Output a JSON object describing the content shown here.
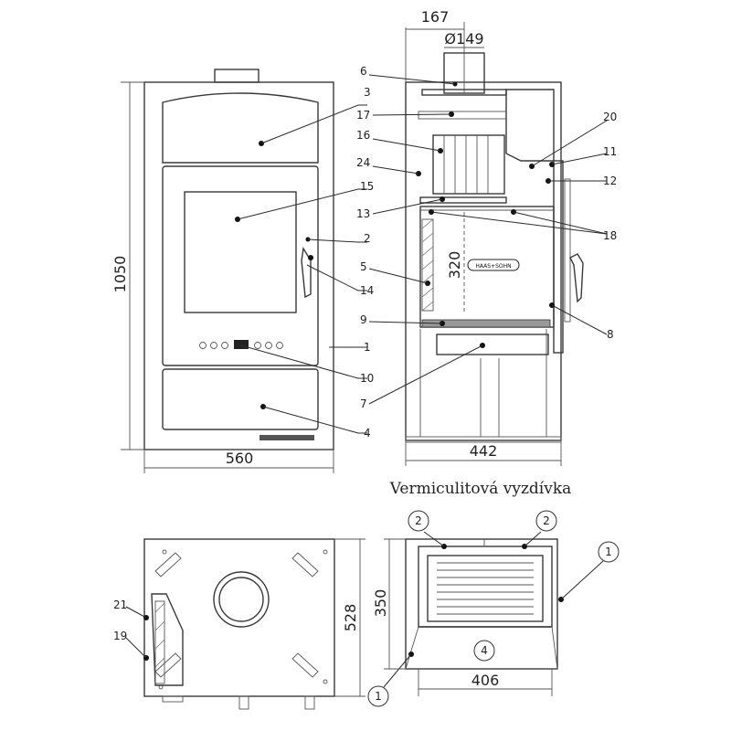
{
  "dimensions": {
    "height_front": "1050",
    "width_front": "560",
    "width_side": "442",
    "top_offset": "167",
    "flue_diameter": "Ø149",
    "firebox_height": "320",
    "depth_top": "528",
    "liner_height": "350",
    "liner_width": "406"
  },
  "caption": "Vermiculitová vyzdívka",
  "logo_text": "HAAS+SOHN",
  "parts": {
    "p1": "1",
    "p2": "2",
    "p3": "3",
    "p4": "4",
    "p5": "5",
    "p6": "6",
    "p7": "7",
    "p8": "8",
    "p9": "9",
    "p10": "10",
    "p11": "11",
    "p12": "12",
    "p13": "13",
    "p14": "14",
    "p15": "15",
    "p16": "16",
    "p17": "17",
    "p18": "18",
    "p19": "19",
    "p20": "20",
    "p21": "21",
    "p24": "24"
  },
  "liner_parts": {
    "c1a": "1",
    "c1b": "1",
    "c2a": "2",
    "c2b": "2",
    "c4": "4"
  }
}
